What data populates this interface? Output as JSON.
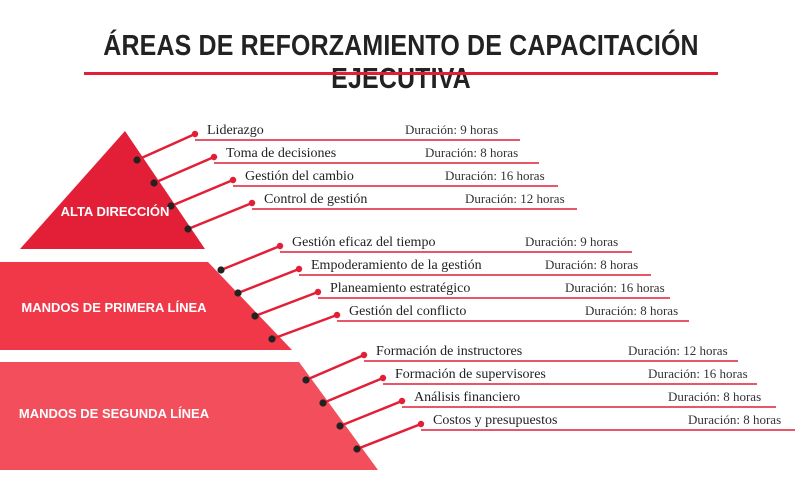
{
  "title": "ÁREAS DE REFORZAMIENTO DE CAPACITACIÓN EJECUTIVA",
  "colors": {
    "accent": "#e21f36",
    "level_top": "#e21f36",
    "level_middle": "#f03848",
    "level_bottom": "#f24e5c",
    "connector": "#e21f36",
    "dot": "#222222"
  },
  "levels": [
    {
      "label": "ALTA DIRECCIÓN",
      "items": [
        {
          "name": "Liderazgo",
          "duration": "Duración: 9 horas"
        },
        {
          "name": "Toma de decisiones",
          "duration": "Duración: 8 horas"
        },
        {
          "name": "Gestión del cambio",
          "duration": "Duración: 16 horas"
        },
        {
          "name": "Control de gestión",
          "duration": "Duración: 12 horas"
        }
      ]
    },
    {
      "label": "MANDOS DE PRIMERA LÍNEA",
      "items": [
        {
          "name": "Gestión eficaz del tiempo",
          "duration": "Duración: 9 horas"
        },
        {
          "name": "Empoderamiento de la gestión",
          "duration": "Duración: 8 horas"
        },
        {
          "name": "Planeamiento estratégico",
          "duration": "Duración: 16 horas"
        },
        {
          "name": "Gestión del conflicto",
          "duration": "Duración: 8 horas"
        }
      ]
    },
    {
      "label": "MANDOS DE SEGUNDA LÍNEA",
      "items": [
        {
          "name": "Formación de instructores",
          "duration": "Duración: 12 horas"
        },
        {
          "name": "Formación de supervisores",
          "duration": "Duración: 16 horas"
        },
        {
          "name": "Análisis financiero",
          "duration": "Duración: 8 horas"
        },
        {
          "name": "Costos y presupuestos",
          "duration": "Duración: 8 horas"
        }
      ]
    }
  ]
}
